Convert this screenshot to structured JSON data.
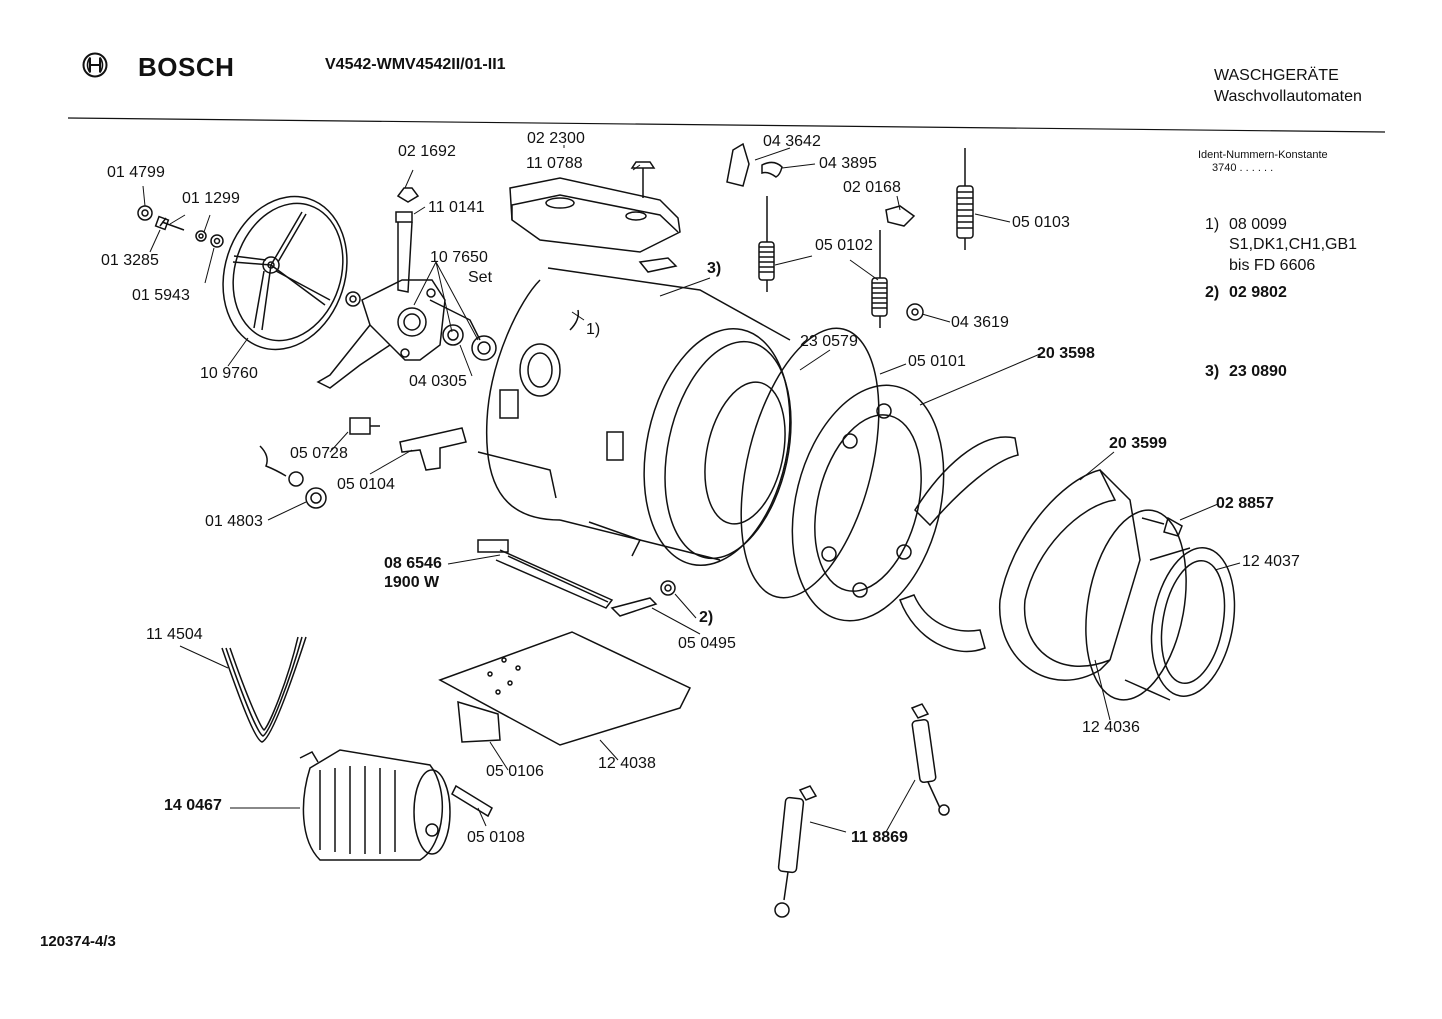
{
  "header": {
    "brand": "BOSCH",
    "model": "V4542-WMV4542II/01-II1",
    "category_line1": "WASCHGERÄTE",
    "category_line2": "Waschvollautomaten",
    "ident_title": "Ident-Nummern-Konstante",
    "ident_value": "3740  . .   . . . ."
  },
  "notes": [
    {
      "marker": "1)",
      "lines": [
        "08 0099",
        "S1,DK1,CH1,GB1",
        "bis FD 6606"
      ]
    },
    {
      "marker": "2)",
      "lines": [
        "02 9802"
      ]
    },
    {
      "marker": "3)",
      "lines": [
        "23 0890"
      ]
    }
  ],
  "parts": [
    {
      "id": "p014799",
      "label": "01 4799"
    },
    {
      "id": "p011299",
      "label": "01 1299"
    },
    {
      "id": "p013285",
      "label": "01 3285"
    },
    {
      "id": "p015943",
      "label": "01 5943"
    },
    {
      "id": "p109760",
      "label": "10 9760"
    },
    {
      "id": "p021692",
      "label": "02 1692"
    },
    {
      "id": "p110141",
      "label": "11 0141"
    },
    {
      "id": "p107650",
      "label": "10 7650"
    },
    {
      "id": "pset",
      "label": "Set"
    },
    {
      "id": "p040305",
      "label": "04 0305"
    },
    {
      "id": "p022300",
      "label": "02 2300"
    },
    {
      "id": "p110788",
      "label": "11 0788"
    },
    {
      "id": "p043642",
      "label": "04 3642"
    },
    {
      "id": "p043895",
      "label": "04 3895"
    },
    {
      "id": "p020168",
      "label": "02 0168"
    },
    {
      "id": "p050103",
      "label": "05 0103"
    },
    {
      "id": "p050102",
      "label": "05 0102"
    },
    {
      "id": "p043619",
      "label": "04 3619"
    },
    {
      "id": "m3",
      "label": "3)"
    },
    {
      "id": "m1",
      "label": "1)"
    },
    {
      "id": "p230579",
      "label": "23 0579"
    },
    {
      "id": "p050101",
      "label": "05 0101"
    },
    {
      "id": "p203598",
      "label": "20 3598"
    },
    {
      "id": "p050728",
      "label": "05 0728"
    },
    {
      "id": "p050104",
      "label": "05 0104"
    },
    {
      "id": "p014803",
      "label": "01 4803"
    },
    {
      "id": "p203599",
      "label": "20 3599"
    },
    {
      "id": "p028857",
      "label": "02 8857"
    },
    {
      "id": "p124037",
      "label": "12 4037"
    },
    {
      "id": "p086546",
      "label": "08 6546"
    },
    {
      "id": "p1900w",
      "label": "1900 W"
    },
    {
      "id": "m2",
      "label": "2)"
    },
    {
      "id": "p050495",
      "label": "05 0495"
    },
    {
      "id": "p114504",
      "label": "11 4504"
    },
    {
      "id": "p124036",
      "label": "12 4036"
    },
    {
      "id": "p050106",
      "label": "05 0106"
    },
    {
      "id": "p124038",
      "label": "12 4038"
    },
    {
      "id": "p140467",
      "label": "14 0467"
    },
    {
      "id": "p050108",
      "label": "05 0108"
    },
    {
      "id": "p118869",
      "label": "11 8869"
    }
  ],
  "footer": {
    "doc_number": "120374-4/3"
  }
}
